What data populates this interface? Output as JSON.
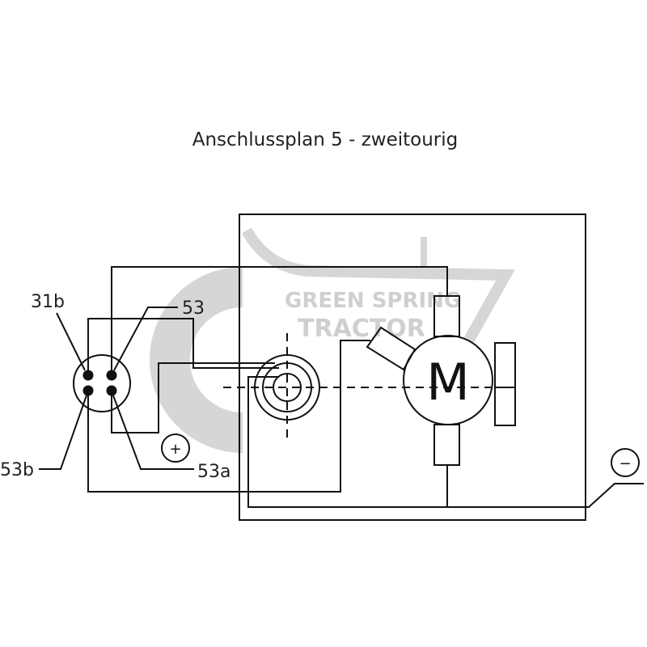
{
  "title": "Anschlussplan 5 - zweitourig",
  "watermark": {
    "line1": "GREEN SPRING",
    "line2": "TRACTOR"
  },
  "connector_labels": {
    "pin_31b": "31b",
    "pin_53": "53",
    "pin_53b": "53b",
    "pin_53a": "53a"
  },
  "motor_label": "M",
  "polarity": {
    "plus": "+",
    "minus": "−"
  },
  "colors": {
    "line": "#111111",
    "watermark": "#cfcfcf"
  }
}
